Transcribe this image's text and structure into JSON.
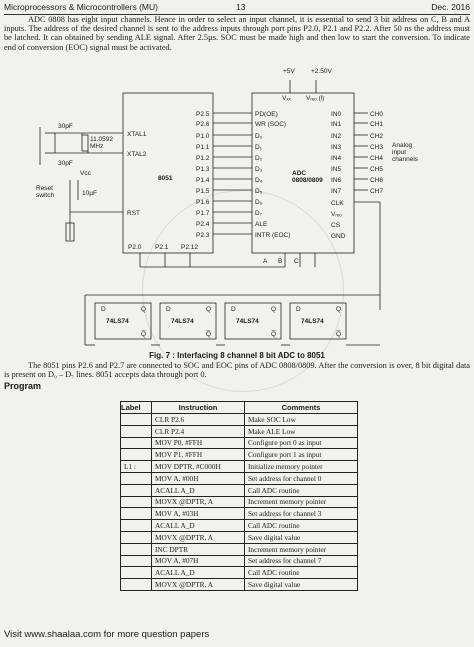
{
  "header": {
    "left": "Microprocessors & Microcontrollers (MU)",
    "page": "13",
    "right": "Dec. 2016"
  },
  "intro_paragraph": "ADC 0808 has eight input channels. Hence in order to select an input channel, it is essential to send 3 bit address on C, B and A inputs. The address of the desired channel is sent to the address inputs through port pins P2.0, P2.1 and P2.2. After 50 ns the address must be latched. It can obtained by sending ALE signal. After 2.5µs. SOC must be made high and then low to start the conversion. To indicate end of conversion (EOC) signal must be activated.",
  "diagram": {
    "supply_5v": "+5V",
    "supply_25v": "+2.50V",
    "vcc": "Vₓₓ",
    "vref": "Vᵣₑₒ (l)",
    "cap1": "30pF",
    "cap2": "30pF",
    "crystal": "11.0592\nMHz",
    "reset_label": "Reset\nswitch",
    "vcc_left": "Vᴄᴄ",
    "cap_reset": "10µF",
    "xtal1": "XTAL1",
    "xtal2": "XTAL2",
    "chip8051": "8051",
    "rst": "RST",
    "p8051_right": [
      "P2.5",
      "P2.6",
      "P1.0",
      "P1.1",
      "P1.2",
      "P1.3",
      "P1.4",
      "P1.5",
      "P1.6",
      "P1.7",
      "P2.4",
      "P2.3"
    ],
    "p8051_bottom": [
      "P2.0",
      "P2.1",
      "P2.12"
    ],
    "adc_left": [
      "PD(OE)",
      "WR (SOC)",
      "D₀",
      "D₁",
      "D₂",
      "D₃",
      "D₄",
      "D₅",
      "D₆",
      "D₇",
      "ALE",
      "INTR (EOC)"
    ],
    "adc_right": [
      "IN0",
      "IN1",
      "IN2",
      "IN3",
      "IN4",
      "IN5",
      "IN6",
      "IN7",
      "CLK",
      "Vᵣₑₒ",
      "CS",
      "GND"
    ],
    "adc_name": "ADC\n0808/0809",
    "channels": [
      "CH0",
      "CH1",
      "CH2",
      "CH3",
      "CH4",
      "CH5",
      "CH6",
      "CH7"
    ],
    "analog": "Analog\ninput\nchannels",
    "abc": [
      "A",
      "B",
      "C"
    ],
    "ff": "74LS74",
    "q": "Q",
    "qbar": "Q̅",
    "d": "D"
  },
  "caption": "Fig. 7 : Interfacing 8 channel 8 bit ADC to 8051",
  "second_paragraph": "The 8051 pins P2.6 and P2.7 are connected to SOC and EOC pins of ADC 0808/0809. After the conversion is over, 8 bit digital data is present on D₀ – D₇ lines. 8051 accepts data through port 0.",
  "program_heading": "Program",
  "program": {
    "headers": [
      "Label",
      "Instruction",
      "Comments"
    ],
    "rows": [
      [
        "",
        "CLR P2.6",
        "Make SOC Low"
      ],
      [
        "",
        "CLR P2.4",
        "Make ALE Low"
      ],
      [
        "",
        "MOV P0, #FFH",
        "Configure port 0 as input"
      ],
      [
        "",
        "MOV P1, #FFH",
        "Configure port 1 as input"
      ],
      [
        "L1 :",
        "MOV DPTR, #C000H",
        "Initialize memory pointer"
      ],
      [
        "",
        "MOV A, #00H",
        "Set address for channel 0"
      ],
      [
        "",
        "ACALL A_D",
        "Call ADC routine"
      ],
      [
        "",
        "MOVX @DPTR, A",
        "Increment memory pointer"
      ],
      [
        "",
        "MOV A, #03H",
        "Set address for channel 3"
      ],
      [
        "",
        "ACALL A_D",
        "Call ADC routine"
      ],
      [
        "",
        "MOVX @DPTR, A",
        "Save digital value"
      ],
      [
        "",
        "INC DPTR",
        "Increment memory pointer"
      ],
      [
        "",
        "MOV A, #07H",
        "Set address for channel 7"
      ],
      [
        "",
        "ACALL A_D",
        "Call ADC routine"
      ],
      [
        "",
        "MOVX @DPTR, A",
        "Save digital value"
      ]
    ]
  },
  "footer": "Visit www.shaalaa.com for more question papers"
}
